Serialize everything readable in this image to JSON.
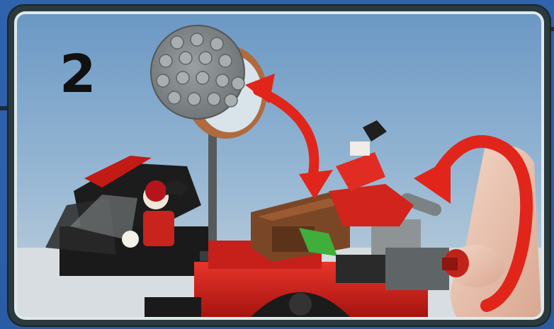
{
  "instruction": {
    "step_number": "2"
  },
  "colors": {
    "background_blue": "#2d5fa8",
    "frame_dark": "#2b3a3c",
    "arrow_red": "#e1251b",
    "brick_red": "#d3211c",
    "plate_gray": "#8e9496"
  },
  "illustration": {
    "subject": "lego-vehicle-with-rotating-dish",
    "arrows": [
      "curved-double-arrow",
      "circular-rotation-arrow"
    ]
  }
}
